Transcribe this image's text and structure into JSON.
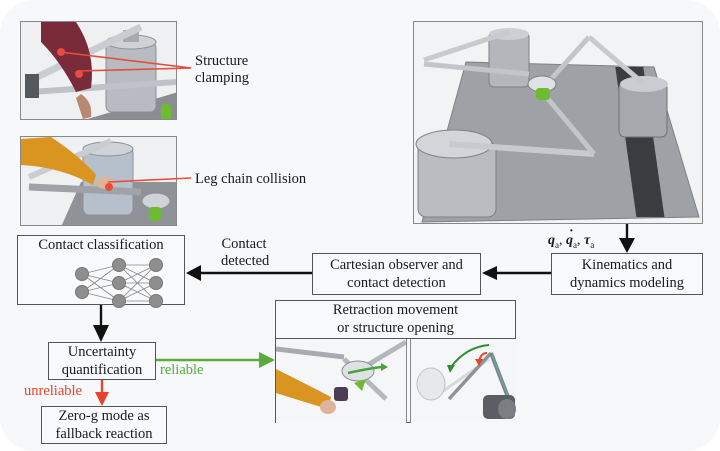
{
  "photos": {
    "structure_clamping": {
      "label": "Structure clamping",
      "line1": "Structure",
      "line2": "clamping"
    },
    "leg_chain_collision": {
      "label": "Leg chain collision"
    },
    "robot_overview": {
      "alt": "Planar parallel robot on metal table"
    }
  },
  "blocks": {
    "kinematics": {
      "line1": "Kinematics and",
      "line2": "dynamics modeling"
    },
    "cartesian": {
      "line1": "Cartesian observer and",
      "line2": "contact detection"
    },
    "classification": {
      "title": "Contact classification"
    },
    "uncertainty": {
      "line1": "Uncertainty",
      "line2": "quantification"
    },
    "zero_g": {
      "line1": "Zero-g mode as",
      "line2": "fallback reaction"
    },
    "retraction": {
      "line1": "Retraction movement",
      "line2": "or structure opening"
    }
  },
  "arrows": {
    "signals": {
      "q": "q",
      "sub": "a",
      "sep": ", "
    },
    "contact_detected": {
      "line1": "Contact",
      "line2": "detected"
    },
    "reliable": "reliable",
    "unreliable": "unreliable"
  },
  "colors": {
    "reliable": "#5aab3a",
    "unreliable": "#e8432b",
    "annotation": "#e84c3d",
    "arrow": "#111111"
  },
  "network": {
    "layers": [
      2,
      3,
      3
    ]
  }
}
